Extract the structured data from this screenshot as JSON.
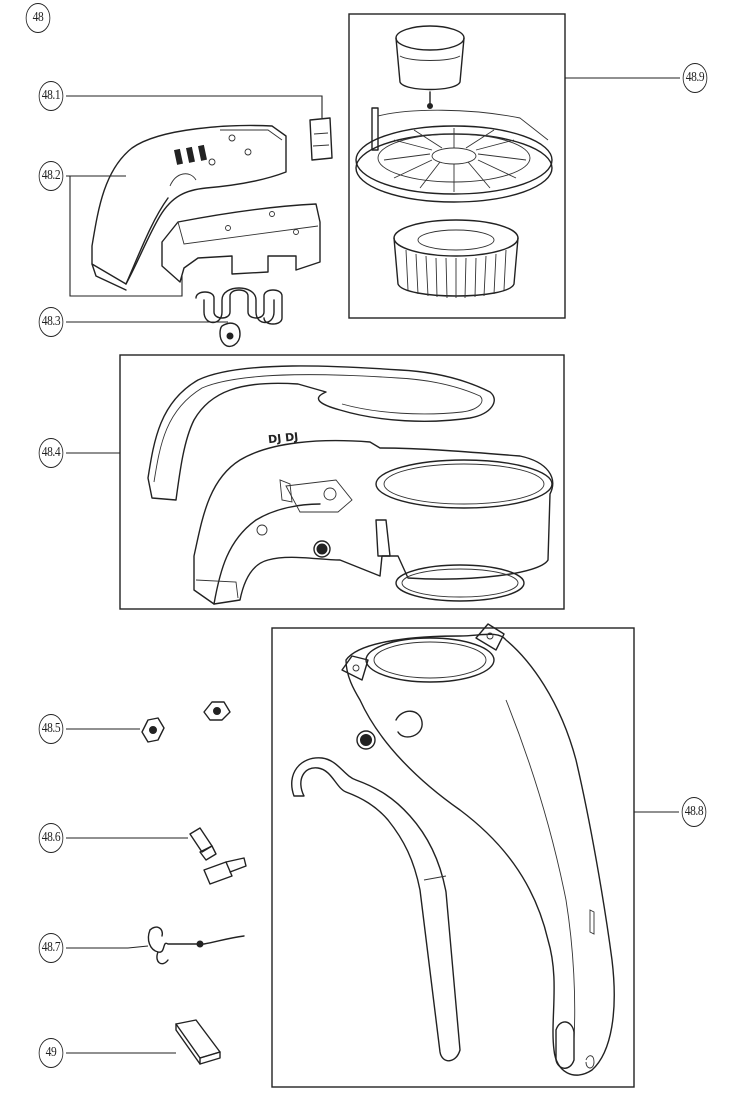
{
  "diagram": {
    "labels": {
      "l48": "48",
      "l48_1": "48.1",
      "l48_2": "48.2",
      "l48_3": "48.3",
      "l48_4": "48.4",
      "l48_5": "48.5",
      "l48_6": "48.6",
      "l48_7": "48.7",
      "l48_8": "48.8",
      "l48_9": "48.9",
      "l49": "49"
    },
    "embossed_mark": "DJ DJ"
  }
}
